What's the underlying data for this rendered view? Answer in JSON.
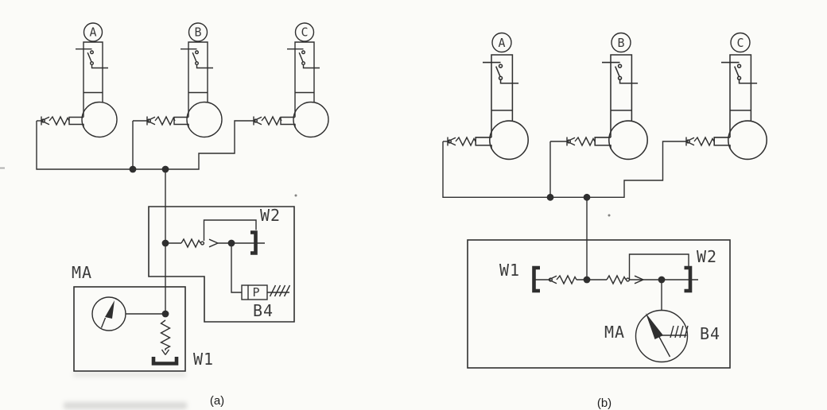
{
  "diagram": {
    "type": "schematic",
    "panels": {
      "a": {
        "caption": "(a)",
        "units": [
          "A",
          "B",
          "C"
        ],
        "labels": {
          "w2": "W2",
          "ma": "MA",
          "b4": "B4",
          "w1": "W1",
          "p": "P"
        }
      },
      "b": {
        "caption": "(b)",
        "units": [
          "A",
          "B",
          "C"
        ],
        "labels": {
          "w1": "W1",
          "w2": "W2",
          "ma": "MA",
          "b4": "B4"
        }
      }
    },
    "colors": {
      "line": "#2f2f2f",
      "label": "#3b3b3b",
      "background": "#fbfbf8"
    }
  }
}
